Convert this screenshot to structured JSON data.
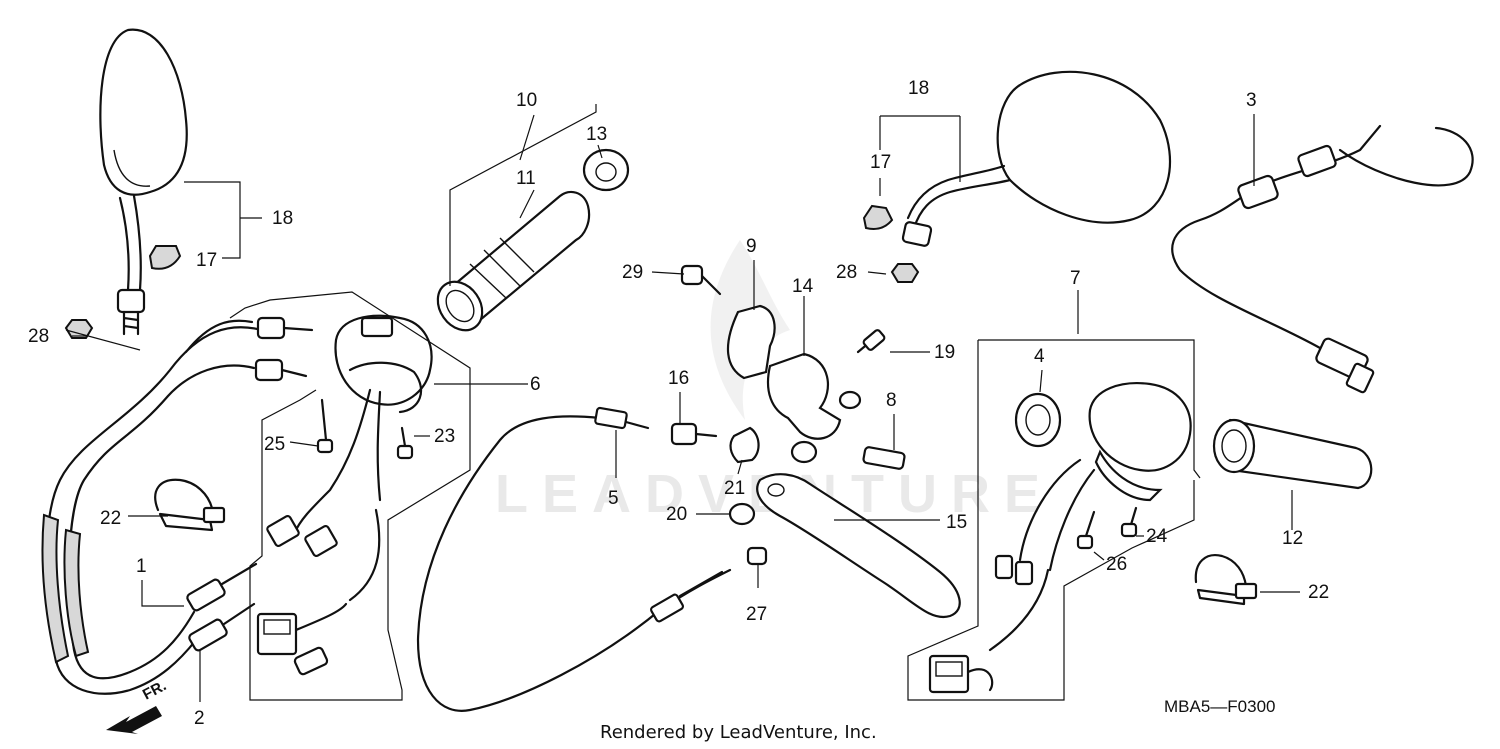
{
  "diagram": {
    "callouts": {
      "c1": "1",
      "c2": "2",
      "c3": "3",
      "c4": "4",
      "c5": "5",
      "c6": "6",
      "c7": "7",
      "c8": "8",
      "c9": "9",
      "c10": "10",
      "c11": "11",
      "c12": "12",
      "c13": "13",
      "c14": "14",
      "c15": "15",
      "c16": "16",
      "c17a": "17",
      "c17b": "17",
      "c18a": "18",
      "c18b": "18",
      "c19": "19",
      "c20": "20",
      "c21": "21",
      "c22a": "22",
      "c22b": "22",
      "c23": "23",
      "c24": "24",
      "c25": "25",
      "c26": "26",
      "c27": "27",
      "c28a": "28",
      "c28b": "28",
      "c29": "29"
    },
    "direction_label": "FR.",
    "diagram_code": "MBA5—F0300",
    "credit": "Rendered by LeadVenture, Inc.",
    "watermark": "LEADVENTURE"
  }
}
